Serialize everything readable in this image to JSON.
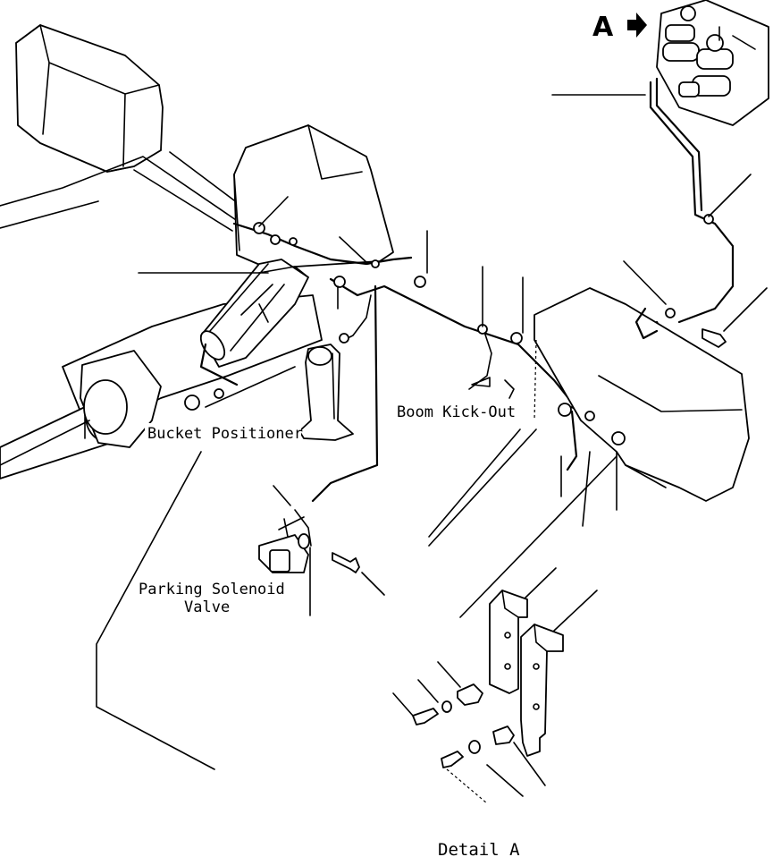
{
  "detail_marker": {
    "letter": "A"
  },
  "labels": {
    "bucket_positioner": "Bucket Positioner",
    "boom_kick_out": "Boom Kick-Out",
    "parking_solenoid_valve_line1": "Parking Solenoid",
    "parking_solenoid_valve_line2": "Valve",
    "detail_a": "Detail A"
  },
  "icons": {
    "arrow": "right-arrow-icon"
  }
}
